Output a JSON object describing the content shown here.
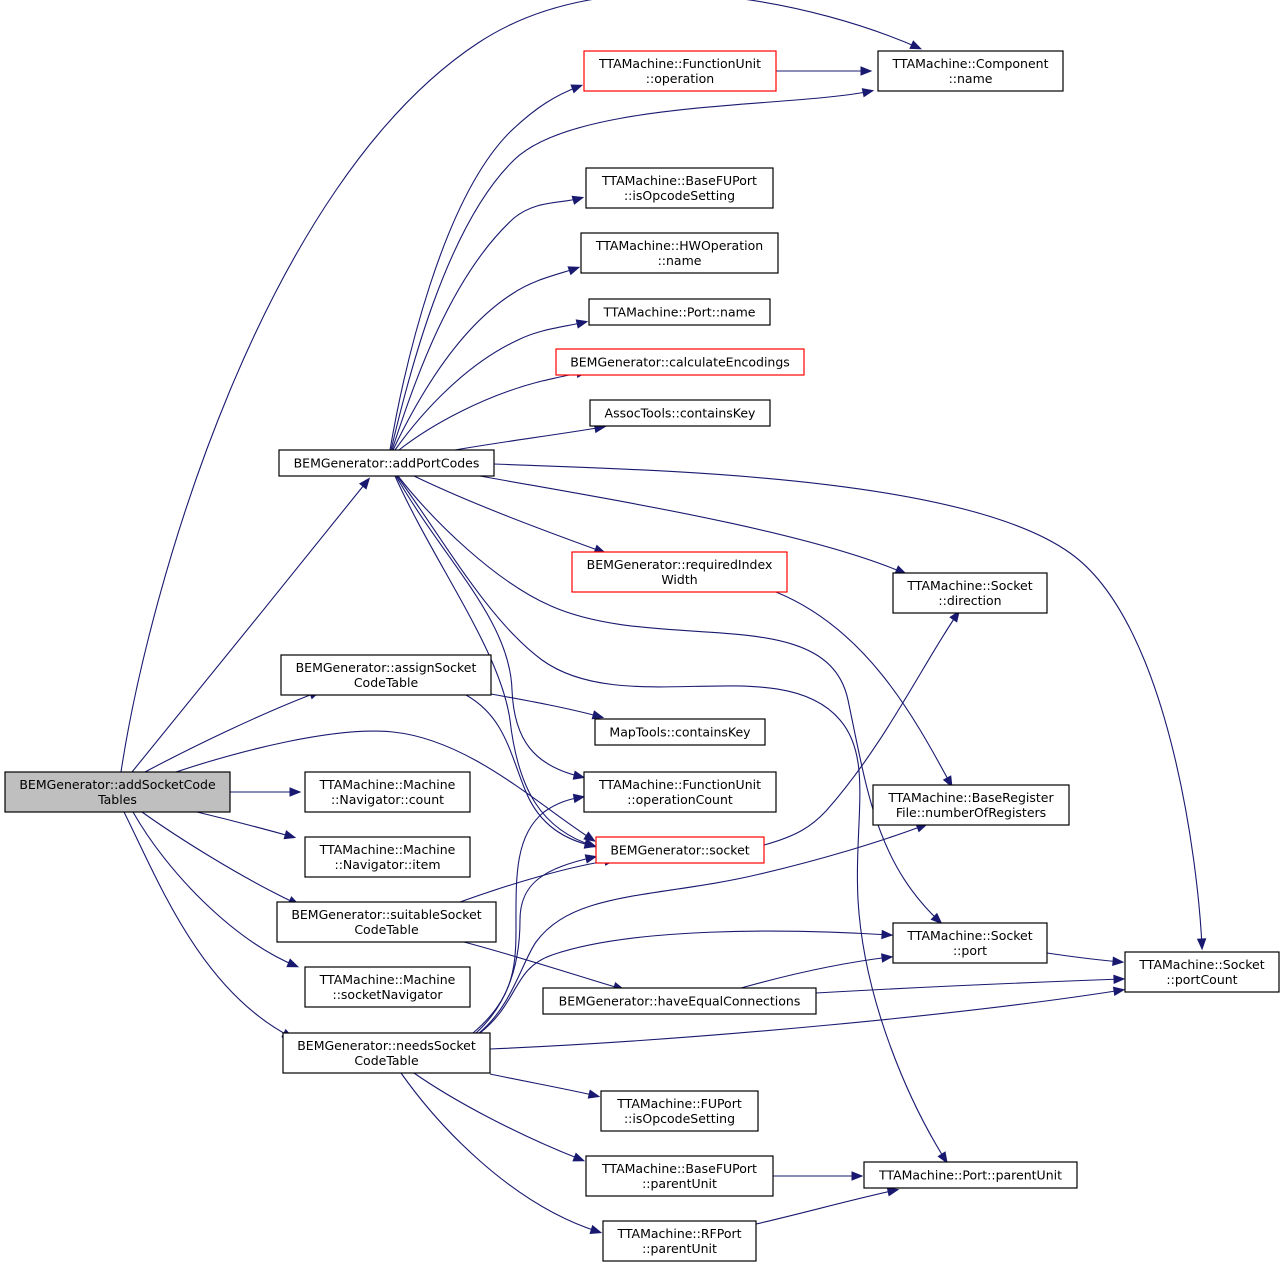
{
  "diagram": {
    "colors": {
      "edge": "#191970",
      "border_normal": "#000000",
      "border_incomplete": "#ff0000",
      "fill_root": "#bfbfbf",
      "fill_normal": "#ffffff"
    },
    "nodes": [
      {
        "id": "root",
        "lines": [
          "BEMGenerator::addSocketCode",
          "Tables"
        ],
        "style": "root"
      },
      {
        "id": "addPortCodes",
        "lines": [
          "BEMGenerator::addPortCodes"
        ],
        "style": "normal"
      },
      {
        "id": "assignSocketCodeTable",
        "lines": [
          "BEMGenerator::assignSocket",
          "CodeTable"
        ],
        "style": "normal"
      },
      {
        "id": "navCount",
        "lines": [
          "TTAMachine::Machine",
          "::Navigator::count"
        ],
        "style": "normal"
      },
      {
        "id": "navItem",
        "lines": [
          "TTAMachine::Machine",
          "::Navigator::item"
        ],
        "style": "normal"
      },
      {
        "id": "suitableSocketCodeTable",
        "lines": [
          "BEMGenerator::suitableSocket",
          "CodeTable"
        ],
        "style": "normal"
      },
      {
        "id": "socketNavigator",
        "lines": [
          "TTAMachine::Machine",
          "::socketNavigator"
        ],
        "style": "normal"
      },
      {
        "id": "needsSocketCodeTable",
        "lines": [
          "BEMGenerator::needsSocket",
          "CodeTable"
        ],
        "style": "normal"
      },
      {
        "id": "fuOperation",
        "lines": [
          "TTAMachine::FunctionUnit",
          "::operation"
        ],
        "style": "incomplete"
      },
      {
        "id": "componentName",
        "lines": [
          "TTAMachine::Component",
          "::name"
        ],
        "style": "normal"
      },
      {
        "id": "baseFUPortIsOpcodeSetting",
        "lines": [
          "TTAMachine::BaseFUPort",
          "::isOpcodeSetting"
        ],
        "style": "normal"
      },
      {
        "id": "hwOperationName",
        "lines": [
          "TTAMachine::HWOperation",
          "::name"
        ],
        "style": "normal"
      },
      {
        "id": "portName",
        "lines": [
          "TTAMachine::Port::name"
        ],
        "style": "normal"
      },
      {
        "id": "calculateEncodings",
        "lines": [
          "BEMGenerator::calculateEncodings"
        ],
        "style": "incomplete"
      },
      {
        "id": "assocContainsKey",
        "lines": [
          "AssocTools::containsKey"
        ],
        "style": "normal"
      },
      {
        "id": "requiredIndexWidth",
        "lines": [
          "BEMGenerator::requiredIndex",
          "Width"
        ],
        "style": "incomplete"
      },
      {
        "id": "socketDirection",
        "lines": [
          "TTAMachine::Socket",
          "::direction"
        ],
        "style": "normal"
      },
      {
        "id": "mapContainsKey",
        "lines": [
          "MapTools::containsKey"
        ],
        "style": "normal"
      },
      {
        "id": "fuOperationCount",
        "lines": [
          "TTAMachine::FunctionUnit",
          "::operationCount"
        ],
        "style": "normal"
      },
      {
        "id": "numberOfRegisters",
        "lines": [
          "TTAMachine::BaseRegister",
          "File::numberOfRegisters"
        ],
        "style": "normal"
      },
      {
        "id": "bemSocket",
        "lines": [
          "BEMGenerator::socket"
        ],
        "style": "incomplete"
      },
      {
        "id": "socketPort",
        "lines": [
          "TTAMachine::Socket",
          "::port"
        ],
        "style": "normal"
      },
      {
        "id": "socketPortCount",
        "lines": [
          "TTAMachine::Socket",
          "::portCount"
        ],
        "style": "normal"
      },
      {
        "id": "haveEqualConnections",
        "lines": [
          "BEMGenerator::haveEqualConnections"
        ],
        "style": "normal"
      },
      {
        "id": "fuPortIsOpcodeSetting",
        "lines": [
          "TTAMachine::FUPort",
          "::isOpcodeSetting"
        ],
        "style": "normal"
      },
      {
        "id": "baseFUPortParentUnit",
        "lines": [
          "TTAMachine::BaseFUPort",
          "::parentUnit"
        ],
        "style": "normal"
      },
      {
        "id": "portParentUnit",
        "lines": [
          "TTAMachine::Port::parentUnit"
        ],
        "style": "normal"
      },
      {
        "id": "rfPortParentUnit",
        "lines": [
          "TTAMachine::RFPort",
          "::parentUnit"
        ],
        "style": "normal"
      }
    ],
    "edges": [
      {
        "from": "root",
        "to": "componentName"
      },
      {
        "from": "root",
        "to": "addPortCodes"
      },
      {
        "from": "root",
        "to": "assignSocketCodeTable"
      },
      {
        "from": "root",
        "to": "bemSocket"
      },
      {
        "from": "root",
        "to": "navCount"
      },
      {
        "from": "root",
        "to": "navItem"
      },
      {
        "from": "root",
        "to": "suitableSocketCodeTable"
      },
      {
        "from": "root",
        "to": "socketNavigator"
      },
      {
        "from": "root",
        "to": "needsSocketCodeTable"
      },
      {
        "from": "addPortCodes",
        "to": "fuOperation"
      },
      {
        "from": "addPortCodes",
        "to": "componentName"
      },
      {
        "from": "addPortCodes",
        "to": "baseFUPortIsOpcodeSetting"
      },
      {
        "from": "addPortCodes",
        "to": "hwOperationName"
      },
      {
        "from": "addPortCodes",
        "to": "portName"
      },
      {
        "from": "addPortCodes",
        "to": "calculateEncodings"
      },
      {
        "from": "addPortCodes",
        "to": "assocContainsKey"
      },
      {
        "from": "addPortCodes",
        "to": "socketPortCount"
      },
      {
        "from": "addPortCodes",
        "to": "socketDirection"
      },
      {
        "from": "addPortCodes",
        "to": "requiredIndexWidth"
      },
      {
        "from": "addPortCodes",
        "to": "socketPort"
      },
      {
        "from": "addPortCodes",
        "to": "portParentUnit"
      },
      {
        "from": "addPortCodes",
        "to": "fuOperationCount"
      },
      {
        "from": "addPortCodes",
        "to": "bemSocket"
      },
      {
        "from": "fuOperation",
        "to": "componentName"
      },
      {
        "from": "requiredIndexWidth",
        "to": "numberOfRegisters"
      },
      {
        "from": "assignSocketCodeTable",
        "to": "mapContainsKey"
      },
      {
        "from": "assignSocketCodeTable",
        "to": "bemSocket"
      },
      {
        "from": "bemSocket",
        "to": "socketDirection"
      },
      {
        "from": "suitableSocketCodeTable",
        "to": "bemSocket"
      },
      {
        "from": "suitableSocketCodeTable",
        "to": "haveEqualConnections"
      },
      {
        "from": "needsSocketCodeTable",
        "to": "fuOperationCount"
      },
      {
        "from": "needsSocketCodeTable",
        "to": "bemSocket"
      },
      {
        "from": "needsSocketCodeTable",
        "to": "numberOfRegisters"
      },
      {
        "from": "needsSocketCodeTable",
        "to": "socketPort"
      },
      {
        "from": "needsSocketCodeTable",
        "to": "socketPortCount"
      },
      {
        "from": "needsSocketCodeTable",
        "to": "fuPortIsOpcodeSetting"
      },
      {
        "from": "needsSocketCodeTable",
        "to": "baseFUPortParentUnit"
      },
      {
        "from": "needsSocketCodeTable",
        "to": "rfPortParentUnit"
      },
      {
        "from": "socketPort",
        "to": "socketPortCount"
      },
      {
        "from": "haveEqualConnections",
        "to": "socketPort"
      },
      {
        "from": "haveEqualConnections",
        "to": "socketPortCount"
      },
      {
        "from": "baseFUPortParentUnit",
        "to": "portParentUnit"
      },
      {
        "from": "rfPortParentUnit",
        "to": "portParentUnit"
      }
    ]
  }
}
